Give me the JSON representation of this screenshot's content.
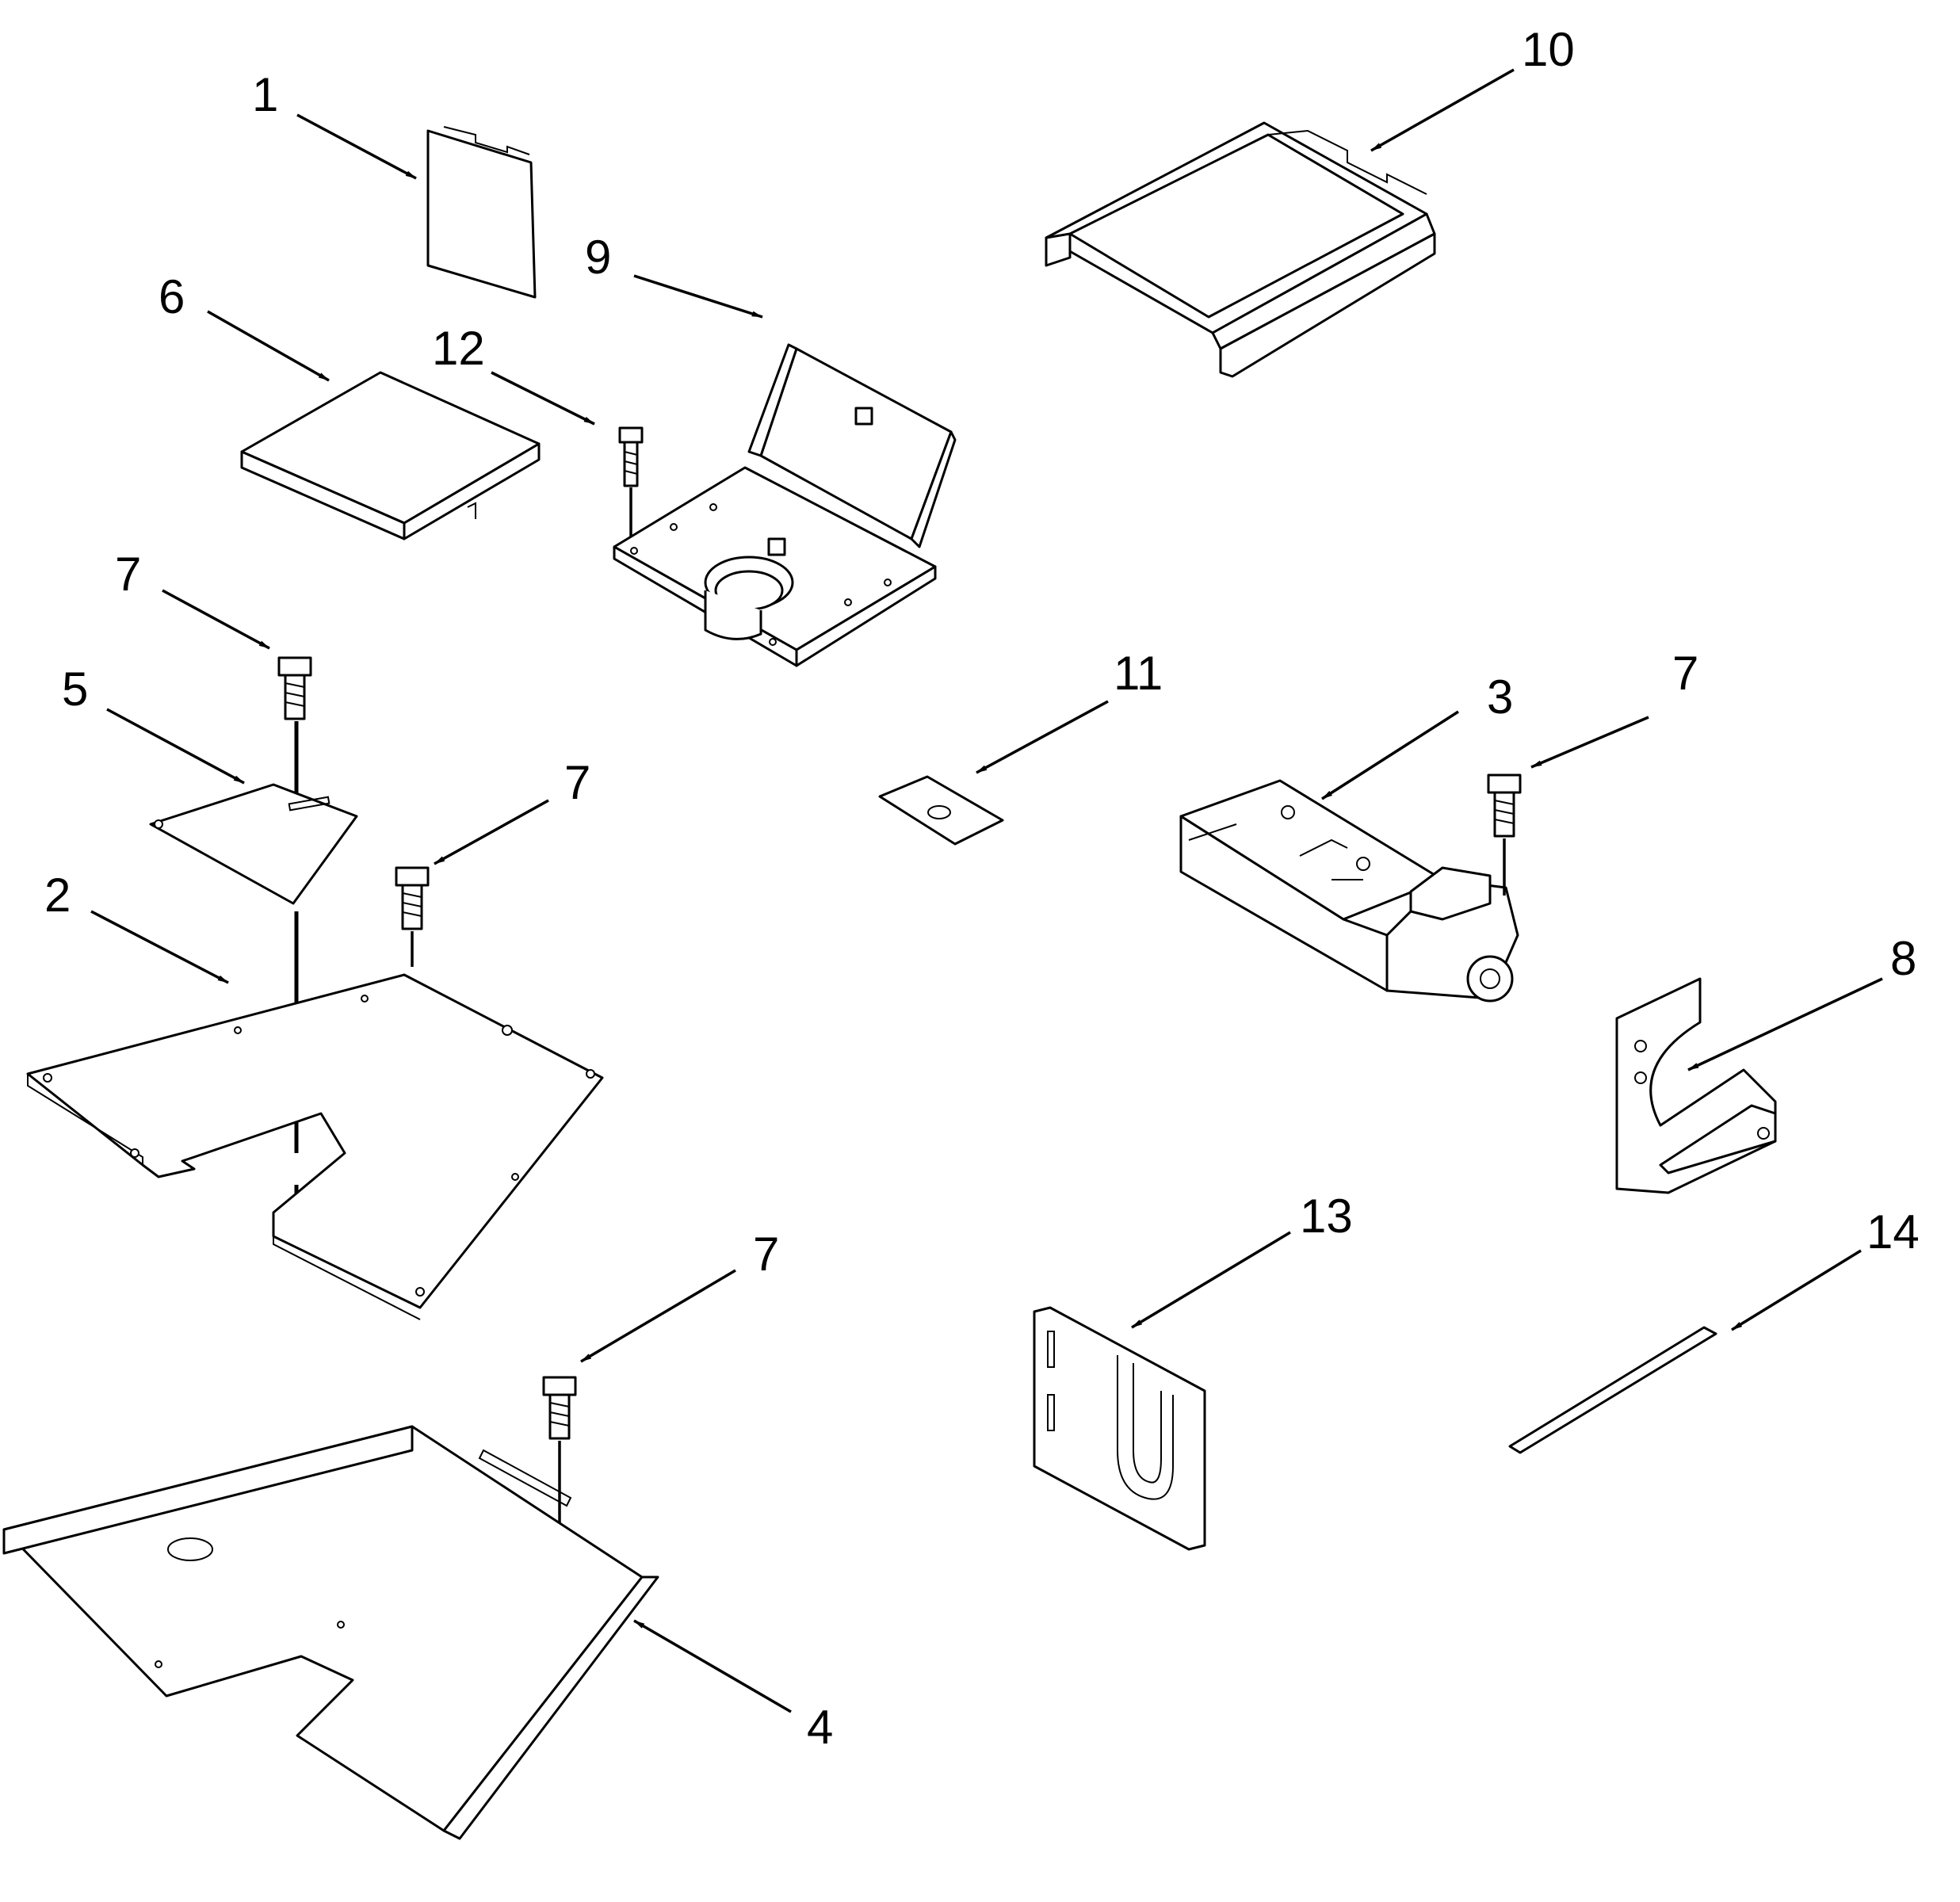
{
  "callouts": [
    {
      "id": "c1",
      "label": "1"
    },
    {
      "id": "c2",
      "label": "2"
    },
    {
      "id": "c3",
      "label": "3"
    },
    {
      "id": "c4",
      "label": "4"
    },
    {
      "id": "c5",
      "label": "5"
    },
    {
      "id": "c6",
      "label": "6"
    },
    {
      "id": "c7a",
      "label": "7"
    },
    {
      "id": "c7b",
      "label": "7"
    },
    {
      "id": "c7c",
      "label": "7"
    },
    {
      "id": "c7d",
      "label": "7"
    },
    {
      "id": "c8",
      "label": "8"
    },
    {
      "id": "c9",
      "label": "9"
    },
    {
      "id": "c10",
      "label": "10"
    },
    {
      "id": "c11",
      "label": "11"
    },
    {
      "id": "c12",
      "label": "12"
    },
    {
      "id": "c13",
      "label": "13"
    },
    {
      "id": "c14",
      "label": "14"
    }
  ]
}
